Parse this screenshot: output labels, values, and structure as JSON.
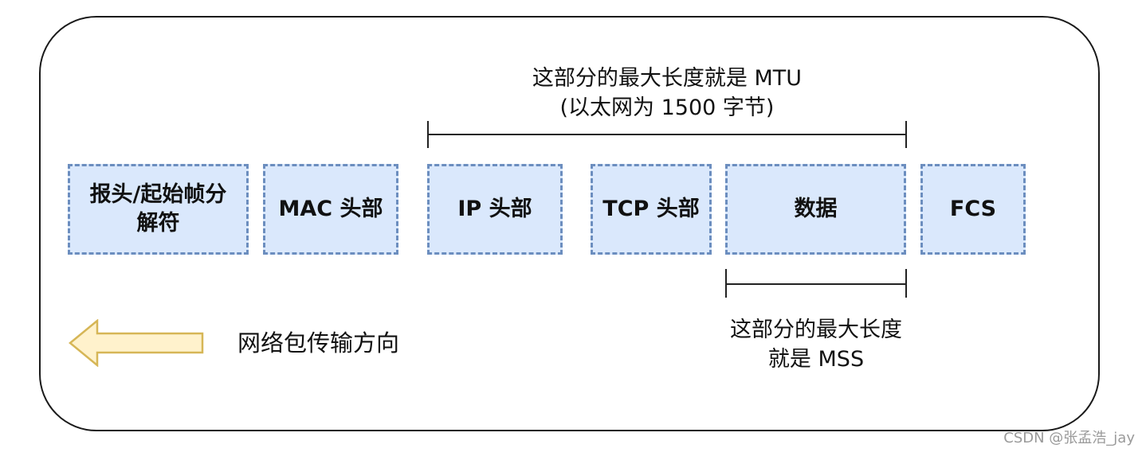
{
  "diagram": {
    "fields": [
      {
        "id": "preamble",
        "lines": [
          "报头/起始帧分",
          "解符"
        ]
      },
      {
        "id": "mac",
        "lines": [
          "MAC 头部"
        ]
      },
      {
        "id": "ip",
        "lines": [
          "IP 头部"
        ]
      },
      {
        "id": "tcp",
        "lines": [
          "TCP 头部"
        ]
      },
      {
        "id": "data",
        "lines": [
          "数据"
        ]
      },
      {
        "id": "fcs",
        "lines": [
          "FCS"
        ]
      }
    ],
    "mtu_note": {
      "line1": "这部分的最大长度就是 MTU",
      "line2": "(以太网为 1500 字节)"
    },
    "mss_note": {
      "line1": "这部分的最大长度",
      "line2": "就是 MSS"
    },
    "legend": {
      "label": "网络包传输方向",
      "arrow_icon": "left-arrow-icon"
    }
  },
  "watermark": "CSDN @张孟浩_jay",
  "colors": {
    "field_fill": "#dae8fc",
    "field_border": "#6c8ebf",
    "arrow_fill": "#fff2cc",
    "arrow_stroke": "#d6b656",
    "frame_stroke": "#1a1a1a"
  }
}
